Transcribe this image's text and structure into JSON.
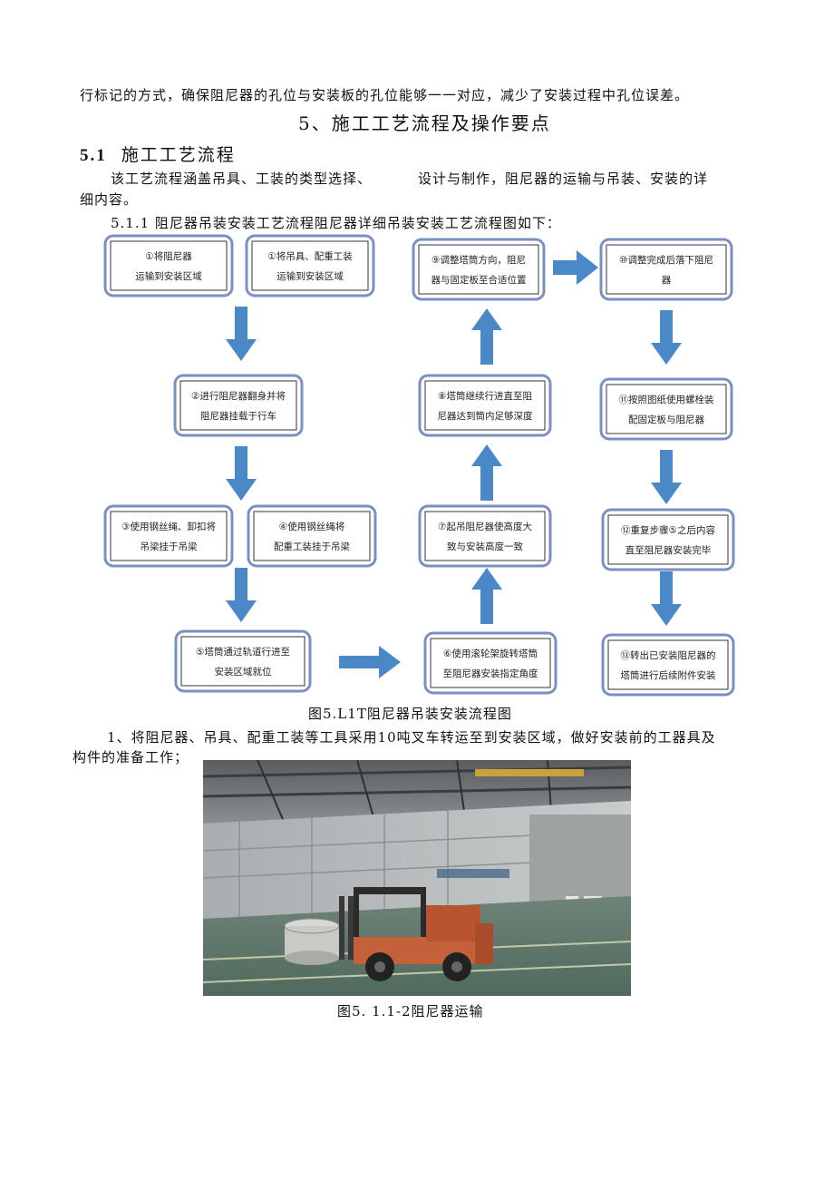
{
  "text": {
    "line_top": "行标记的方式，确保阻尼器的孔位与安装板的孔位能够一一对应，减少了安装过程中孔位误差。",
    "section_title": "5、施工工艺流程及操作要点",
    "sub_num": "5.1",
    "sub_title": "施工工艺流程",
    "para1_a": "该工艺流程涵盖吊具、工装的类型选择、",
    "para1_b": "设计与制作，阻尼器的运输与吊装、安装的详",
    "para1_c": "细内容。",
    "para2": "5.1.1 阻尼器吊装安装工艺流程阻尼器详细吊装安装工艺流程图如下：",
    "fig1_caption": "图5.L1T阻尼器吊装安装流程图",
    "para3_a": "1、将阻尼器、吊具、配重工装等工具采用10吨叉车转运至到安装区域，做好安装前的工器具及",
    "para3_b": "构件的准备工作；",
    "fig2_caption": "图5. 1.1-2阻尼器运输"
  },
  "flow": {
    "steps": [
      {
        "line1": "①将阻尼器",
        "line2": "运输到安装区域"
      },
      {
        "line1": "①将吊具、配重工装",
        "line2": "运输到安装区域"
      },
      {
        "line1": "②进行阻尼器翻身并将",
        "line2": "阻尼器挂载于行车"
      },
      {
        "line1": "③使用钢丝绳、卸扣将",
        "line2": "吊梁挂于吊梁"
      },
      {
        "line1": "④使用钢丝绳将",
        "line2": "配重工装挂于吊梁"
      },
      {
        "line1": "⑤塔筒通过轨道行进至",
        "line2": "安装区域就位"
      },
      {
        "line1": "⑥使用滚轮架旋转塔筒",
        "line2": "至阻尼器安装指定角度"
      },
      {
        "line1": "⑦起吊阻尼器使高度大",
        "line2": "致与安装高度一致"
      },
      {
        "line1": "⑧塔筒继续行进直至阻",
        "line2": "尼器达到筒内足够深度"
      },
      {
        "line1": "⑨调整塔筒方向，阻尼",
        "line2": "器与固定板至合适位置"
      },
      {
        "line1": "⑩调整完成后落下阻尼",
        "line2": "器"
      },
      {
        "line1": "⑪按照图纸使用螺栓装",
        "line2": "配固定板与阻尼器"
      },
      {
        "line1": "⑫重复步骤⑤之后内容",
        "line2": "直至阻尼器安装完毕"
      },
      {
        "line1": "⑬转出已安装阻尼器的",
        "line2": "塔筒进行后续附件安装"
      }
    ],
    "colors": {
      "box_border": "#7a8fc2",
      "arrow": "#4a88c8",
      "box_fill": "#ffffff"
    }
  }
}
